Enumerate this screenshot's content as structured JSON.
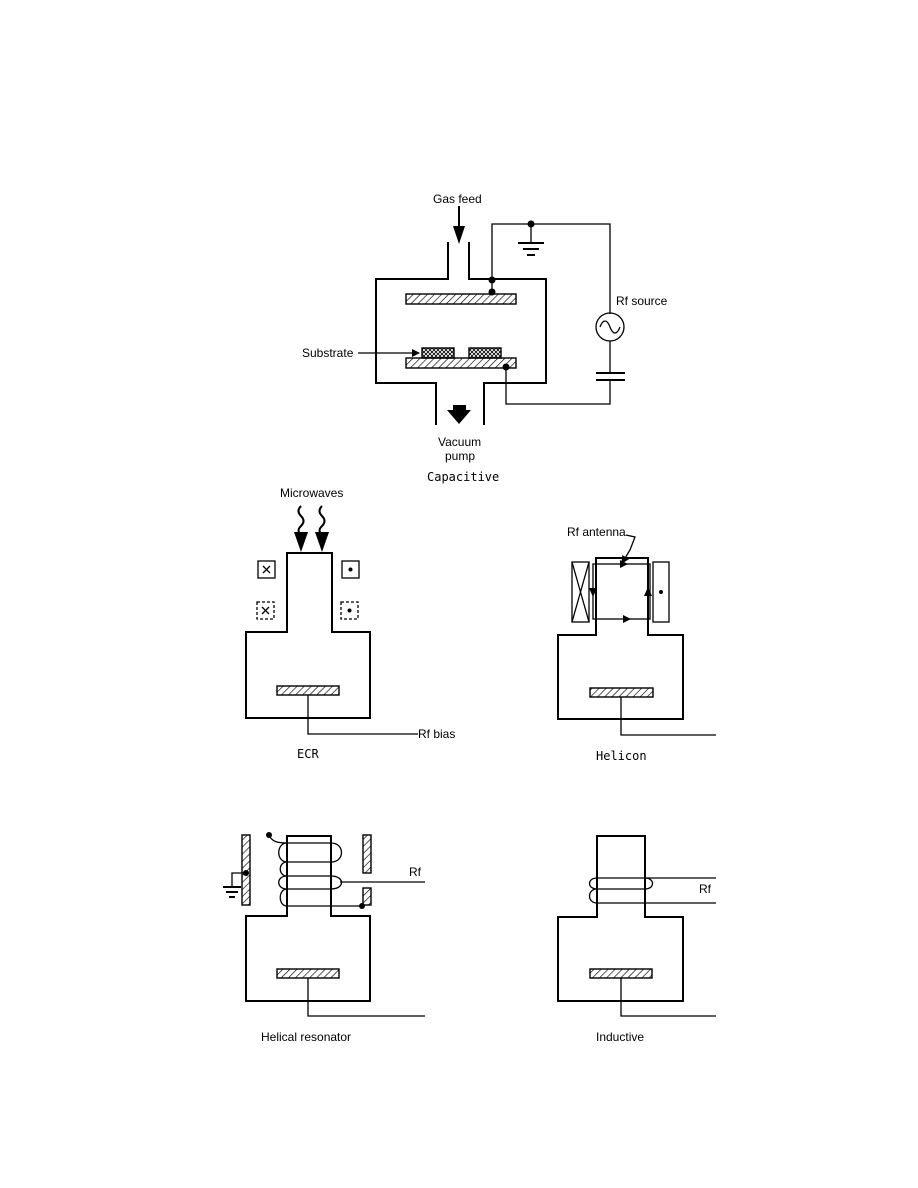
{
  "capacitive": {
    "gas_feed": "Gas feed",
    "rf_source": "Rf source",
    "substrate": "Substrate",
    "vacuum": "Vacuum",
    "pump": "pump",
    "caption": "Capacitive"
  },
  "ecr": {
    "microwaves": "Microwaves",
    "rf_bias": "Rf bias",
    "caption": "ECR"
  },
  "helicon": {
    "rf_antenna": "Rf antenna",
    "caption": "Helicon"
  },
  "helical": {
    "rf": "Rf",
    "caption": "Helical resonator"
  },
  "inductive": {
    "rf": "Rf",
    "caption": "Inductive"
  }
}
